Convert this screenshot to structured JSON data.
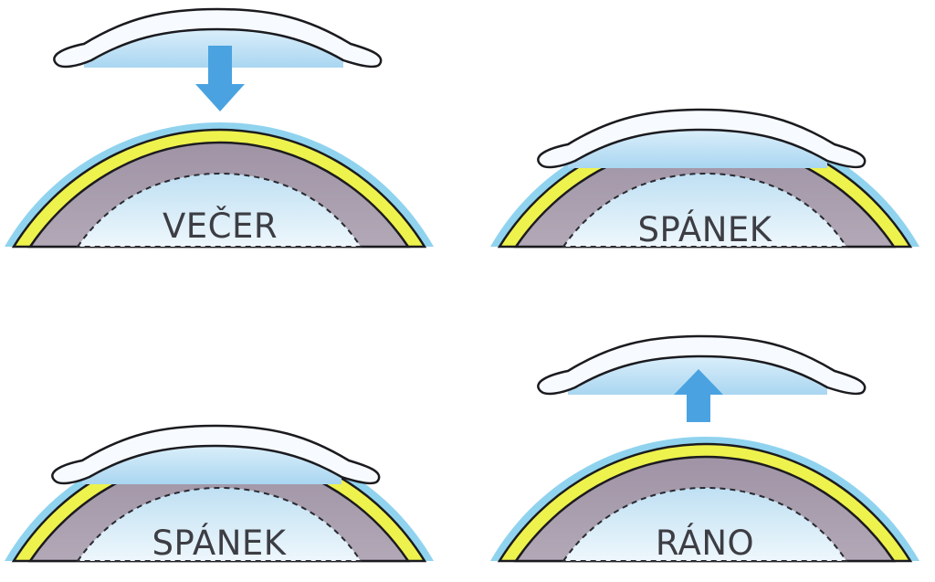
{
  "panels": [
    {
      "label": "VEČER",
      "lens_state": "above",
      "arrow": "down"
    },
    {
      "label": "SPÁNEK",
      "lens_state": "resting",
      "arrow": "none"
    },
    {
      "label": "SPÁNEK",
      "lens_state": "pressed",
      "arrow": "none"
    },
    {
      "label": "RÁNO",
      "lens_state": "above",
      "arrow": "up"
    }
  ],
  "colors": {
    "tear_film": "#8fd3f0",
    "epithelium": "#ecf24a",
    "stroma": "#a89ead",
    "inner": "#d6ecf8",
    "lens_fill": "#bfe1f5",
    "arrow": "#4aa3e0",
    "outline": "#1b1b1f"
  }
}
